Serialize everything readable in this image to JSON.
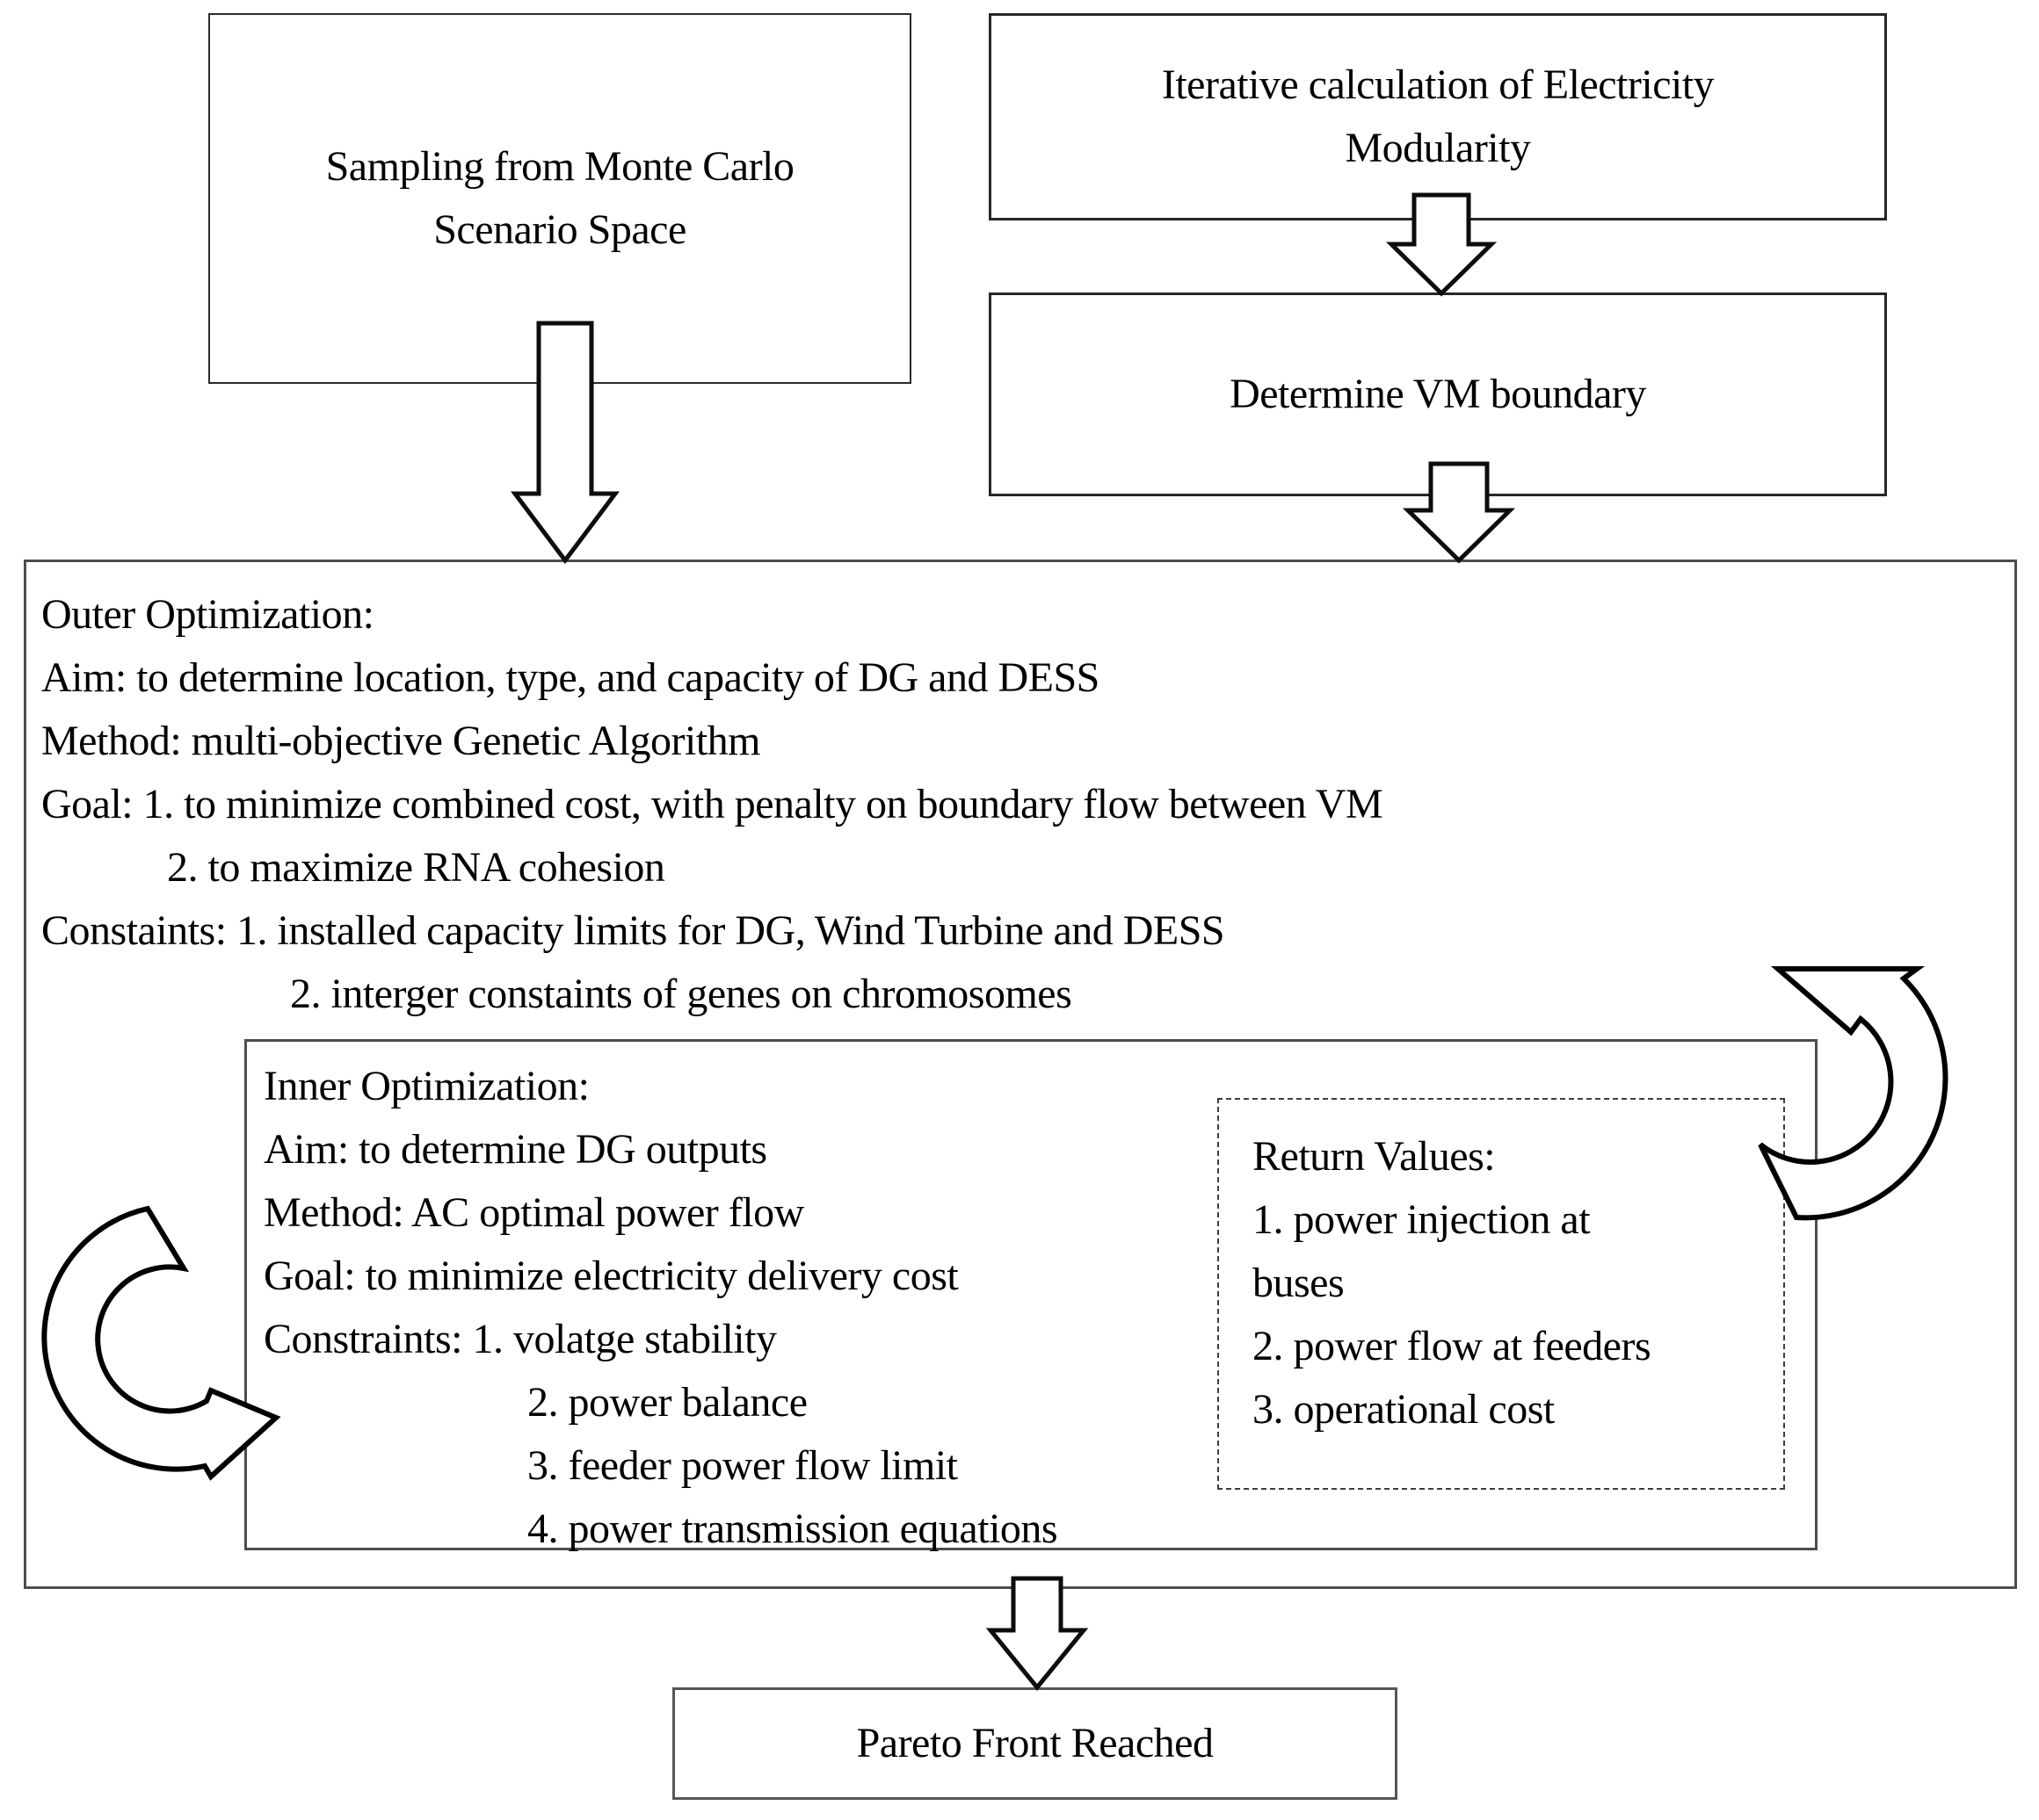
{
  "diagram": {
    "title": "Bi-level optimization flowchart",
    "colors": {
      "background": "#ffffff",
      "box_border_dark": "#262626",
      "box_border_gray": "#4d4d4d",
      "arrow_outline": "#000000",
      "text": "#000000"
    },
    "sampling_box": "Sampling from Monte Carlo\nScenario Space",
    "iterative_box": "Iterative calculation of Electricity\nModularity",
    "vm_box": "Determine VM boundary",
    "pareto_box": "Pareto Front Reached",
    "outer_optimization": {
      "lines": [
        "Outer Optimization:",
        "Aim: to determine location, type, and capacity of DG and DESS",
        "Method: multi-objective Genetic Algorithm",
        "Goal: 1. to minimize combined cost, with penalty on boundary flow between VM",
        "2. to maximize RNA cohesion",
        "Constaints: 1. installed capacity limits for DG, Wind Turbine and DESS",
        "2. interger constaints of genes on chromosomes"
      ]
    },
    "inner_optimization": {
      "lines": [
        "Inner Optimization:",
        "Aim: to determine DG outputs",
        "Method: AC optimal power flow",
        "Goal: to minimize electricity delivery cost",
        "Constraints: 1. volatge stability",
        "2. power balance",
        "3. feeder power flow limit",
        "4. power transmission equations"
      ]
    },
    "return_values": {
      "lines": [
        "Return Values:",
        "1. power injection at",
        "buses",
        "2. power flow at feeders",
        "3. operational cost"
      ]
    },
    "icons": {
      "down_block_arrows": [
        "sampling-to-outer",
        "iterative-to-vm",
        "vm-to-outer",
        "outer-to-pareto"
      ],
      "loop_arrows": [
        "inner-loop-left",
        "inner-loop-right"
      ]
    }
  }
}
